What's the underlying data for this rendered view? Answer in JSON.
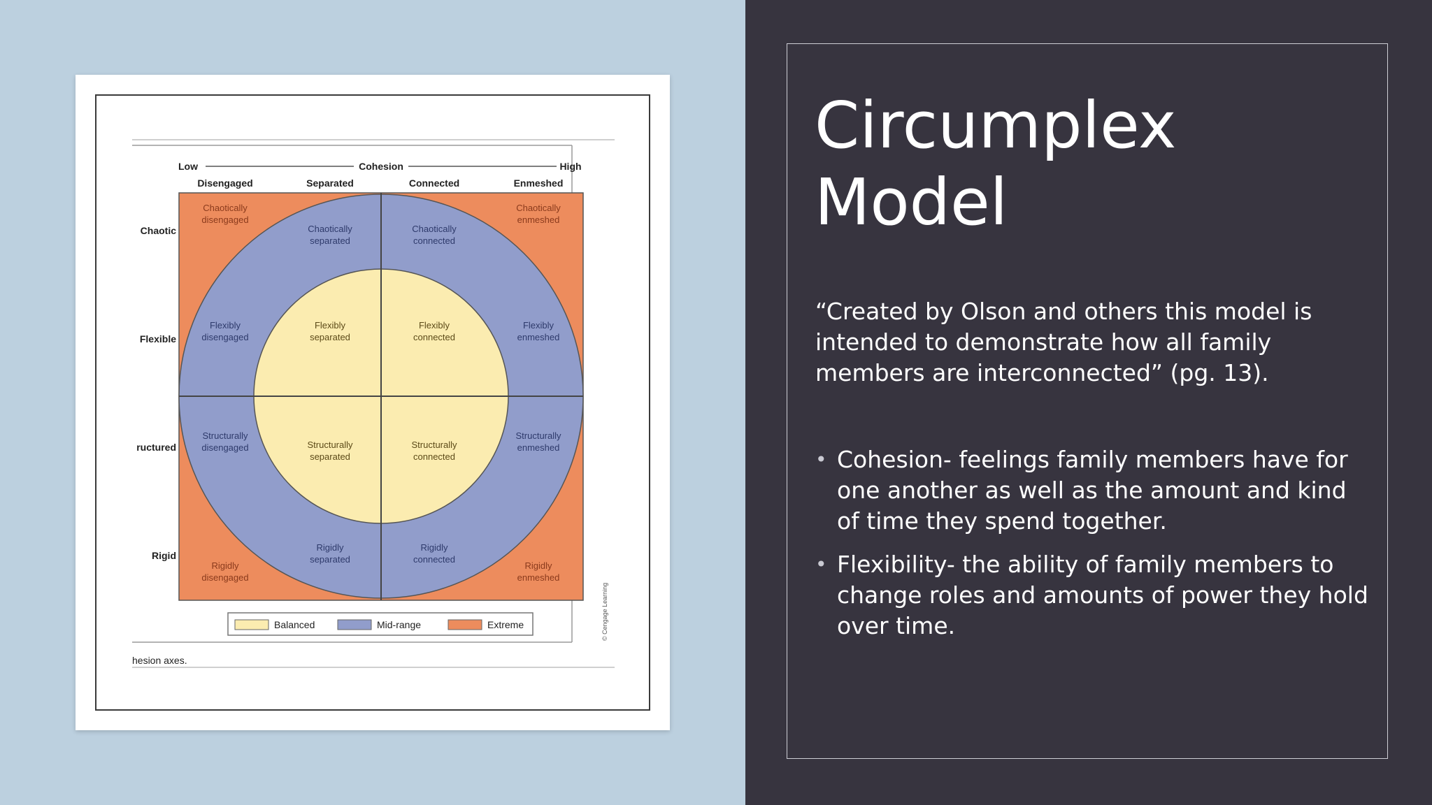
{
  "slide": {
    "title_line1": "Circumplex",
    "title_line2": "Model",
    "quote": "“Created by Olson and others this model is intended to demonstrate how all family members are interconnected” (pg. 13).",
    "bullets": [
      "Cohesion- feelings family members have for one another as well as the amount and kind of time they spend together.",
      "Flexibility- the ability of family members to change roles and amounts of power they hold over time."
    ]
  },
  "diagram": {
    "axis_low": "Low",
    "axis_title": "Cohesion",
    "axis_high": "High",
    "columns": [
      "Disengaged",
      "Separated",
      "Connected",
      "Enmeshed"
    ],
    "rows": [
      "Chaotic",
      "Flexible",
      "ructured",
      "Rigid"
    ],
    "cells": {
      "r0c0": [
        "Chaotically",
        "disengaged"
      ],
      "r0c1": [
        "Chaotically",
        "separated"
      ],
      "r0c2": [
        "Chaotically",
        "connected"
      ],
      "r0c3": [
        "Chaotically",
        "enmeshed"
      ],
      "r1c0": [
        "Flexibly",
        "disengaged"
      ],
      "r1c1": [
        "Flexibly",
        "separated"
      ],
      "r1c2": [
        "Flexibly",
        "connected"
      ],
      "r1c3": [
        "Flexibly",
        "enmeshed"
      ],
      "r2c0": [
        "Structurally",
        "disengaged"
      ],
      "r2c1": [
        "Structurally",
        "separated"
      ],
      "r2c2": [
        "Structurally",
        "connected"
      ],
      "r2c3": [
        "Structurally",
        "enmeshed"
      ],
      "r3c0": [
        "Rigidly",
        "disengaged"
      ],
      "r3c1": [
        "Rigidly",
        "separated"
      ],
      "r3c2": [
        "Rigidly",
        "connected"
      ],
      "r3c3": [
        "Rigidly",
        "enmeshed"
      ]
    },
    "legend": [
      "Balanced",
      "Mid-range",
      "Extreme"
    ],
    "caption": "hesion axes.",
    "credit": "© Cengage Learning",
    "colors": {
      "balanced": "#fbecb0",
      "mid_range": "#919dcb",
      "extreme": "#ed8c5d"
    }
  }
}
